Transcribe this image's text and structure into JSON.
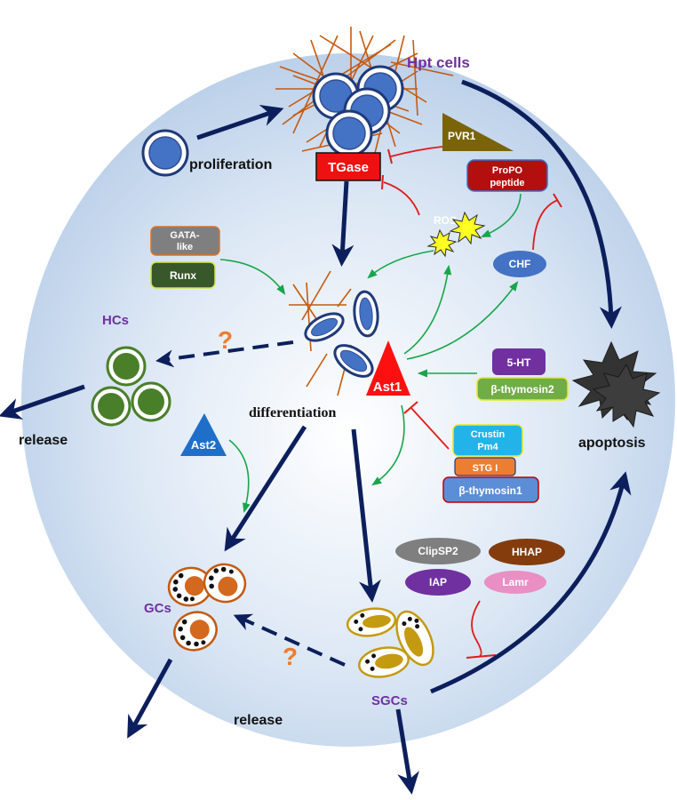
{
  "labels": {
    "hpt_cells": "Hpt cells",
    "proliferation": "proliferation",
    "tgase": "TGase",
    "pvr1": "PVR1",
    "propo_line1": "ProPO",
    "propo_line2": "peptide",
    "ros": "ROS",
    "chf": "CHF",
    "gata_line1": "GATA-",
    "gata_line2": "like",
    "runx": "Runx",
    "hcs": "HCs",
    "release_hcs": "release",
    "question_hcs": "?",
    "ast1": "Ast1",
    "ast2": "Ast2",
    "differentiation": "differentiation",
    "ht5": "5-HT",
    "bthymosin2": "β-thymosin2",
    "crustin_line1": "Crustin",
    "crustin_line2": "Pm4",
    "stg1": "STG I",
    "bthymosin1": "β-thymosin1",
    "apoptosis": "apoptosis",
    "clipsp2": "ClipSP2",
    "hhap": "HHAP",
    "iap": "IAP",
    "lamr": "Lamr",
    "gcs": "GCs",
    "sgcs": "SGCs",
    "release_gcs": "release",
    "question_sgcs": "?"
  },
  "colors": {
    "background_ellipse": "#c9daee",
    "navy_arrow": "#0c1f5c",
    "green_arrow": "#17a64a",
    "red_inhibit": "#e01b1b",
    "purple_text": "#7030a0",
    "cell_blue": "#4472c4",
    "hc_green": "#4a7f2a",
    "gc_orange": "#d2691e",
    "sgc_gold": "#c49a10",
    "fiber_orange": "#c55a11"
  }
}
